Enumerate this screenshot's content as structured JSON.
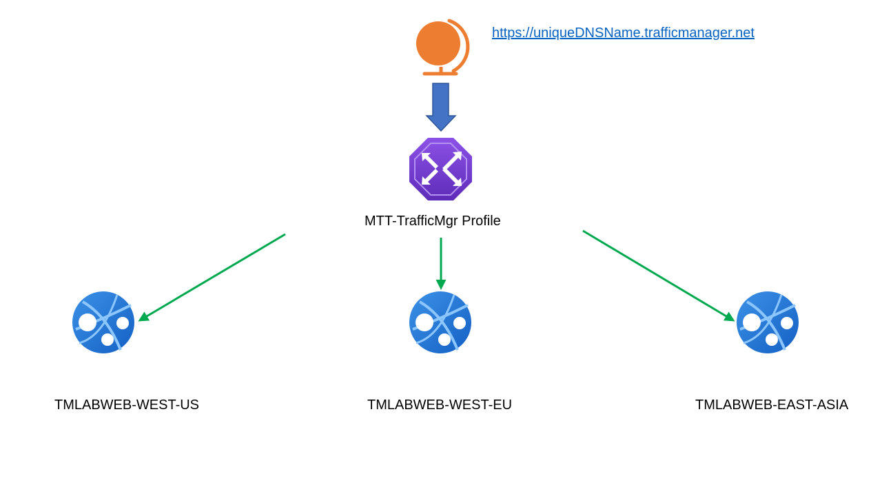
{
  "diagram": {
    "url": "https://uniqueDNSName.trafficmanager.net",
    "profile": {
      "label": "MTT-TrafficMgr Profile",
      "icon": "traffic-manager-icon"
    },
    "client_icon": "globe-icon",
    "endpoints": [
      {
        "label": "TMLABWEB-WEST-US",
        "icon": "web-app-icon"
      },
      {
        "label": "TMLABWEB-WEST-EU",
        "icon": "web-app-icon"
      },
      {
        "label": "TMLABWEB-EAST-ASIA",
        "icon": "web-app-icon"
      }
    ],
    "colors": {
      "globe": "#ED7D31",
      "dns_arrow": "#4472C4",
      "traffic_manager": "#773ADC",
      "web_app": "#1E78D2",
      "routing_arrows": "#00A94F",
      "link": "#0563C1"
    }
  }
}
